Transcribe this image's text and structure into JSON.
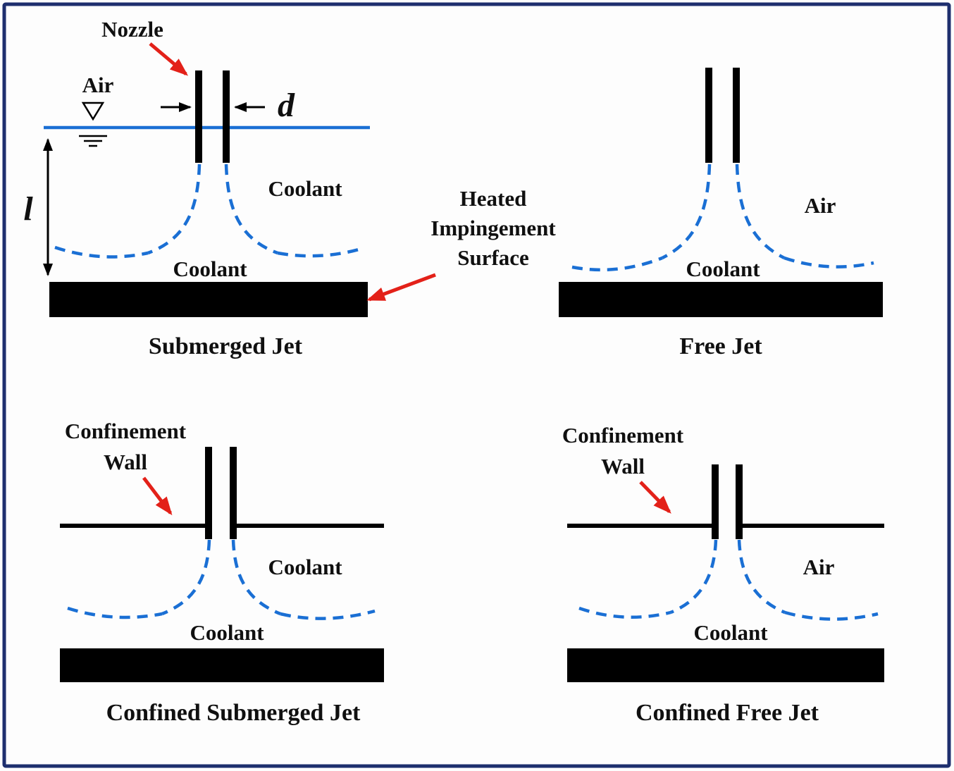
{
  "figure": {
    "colors": {
      "jet_blue": "#1a6fd4",
      "arrow_red": "#e32119",
      "surface_black": "#000000",
      "border_navy": "#1e2f6e"
    },
    "panels": {
      "submerged_jet": {
        "caption": "Submerged Jet",
        "nozzle_label": "Nozzle",
        "air_label": "Air",
        "diameter_symbol": "d",
        "standoff_symbol": "l",
        "coolant_upper": "Coolant",
        "coolant_lower": "Coolant",
        "heated_surface_label": [
          "Heated",
          "Impingement",
          "Surface"
        ]
      },
      "free_jet": {
        "caption": "Free Jet",
        "air_label": "Air",
        "coolant_label": "Coolant"
      },
      "confined_submerged_jet": {
        "caption": "Confined Submerged Jet",
        "confinement_wall_label": [
          "Confinement",
          "Wall"
        ],
        "coolant_upper": "Coolant",
        "coolant_lower": "Coolant"
      },
      "confined_free_jet": {
        "caption": "Confined Free Jet",
        "confinement_wall_label": [
          "Confinement",
          "Wall"
        ],
        "air_label": "Air",
        "coolant_label": "Coolant"
      }
    }
  }
}
